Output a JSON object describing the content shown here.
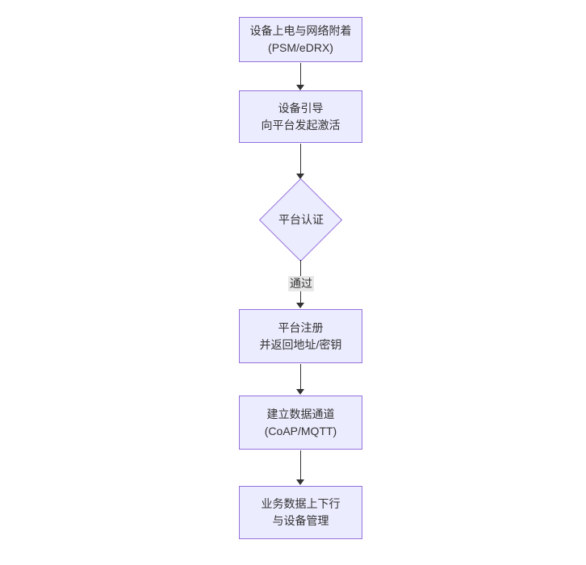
{
  "diagram": {
    "type": "flowchart",
    "direction": "top-down",
    "nodes": [
      {
        "id": "power-attach",
        "shape": "rect",
        "lines": [
          "设备上电与网络附着",
          "(PSM/eDRX)"
        ]
      },
      {
        "id": "bootstrap",
        "shape": "rect",
        "lines": [
          "设备引导",
          "向平台发起激活"
        ]
      },
      {
        "id": "platform-auth",
        "shape": "diamond",
        "lines": [
          "平台认证"
        ]
      },
      {
        "id": "register",
        "shape": "rect",
        "lines": [
          "平台注册",
          "并返回地址/密钥"
        ]
      },
      {
        "id": "data-channel",
        "shape": "rect",
        "lines": [
          "建立数据通道",
          "(CoAP/MQTT)"
        ]
      },
      {
        "id": "business-data",
        "shape": "rect",
        "lines": [
          "业务数据上下行",
          "与设备管理"
        ]
      }
    ],
    "edges": [
      {
        "from": "power-attach",
        "to": "bootstrap",
        "label": ""
      },
      {
        "from": "bootstrap",
        "to": "platform-auth",
        "label": ""
      },
      {
        "from": "platform-auth",
        "to": "register",
        "label": "通过"
      },
      {
        "from": "register",
        "to": "data-channel",
        "label": ""
      },
      {
        "from": "data-channel",
        "to": "business-data",
        "label": ""
      }
    ],
    "colors": {
      "node_fill": "#ECECFF",
      "node_border": "#9370DB",
      "edge_line": "#333333",
      "edge_label_bg": "#e8e8e8",
      "text": "#333333",
      "background": "#ffffff"
    }
  }
}
